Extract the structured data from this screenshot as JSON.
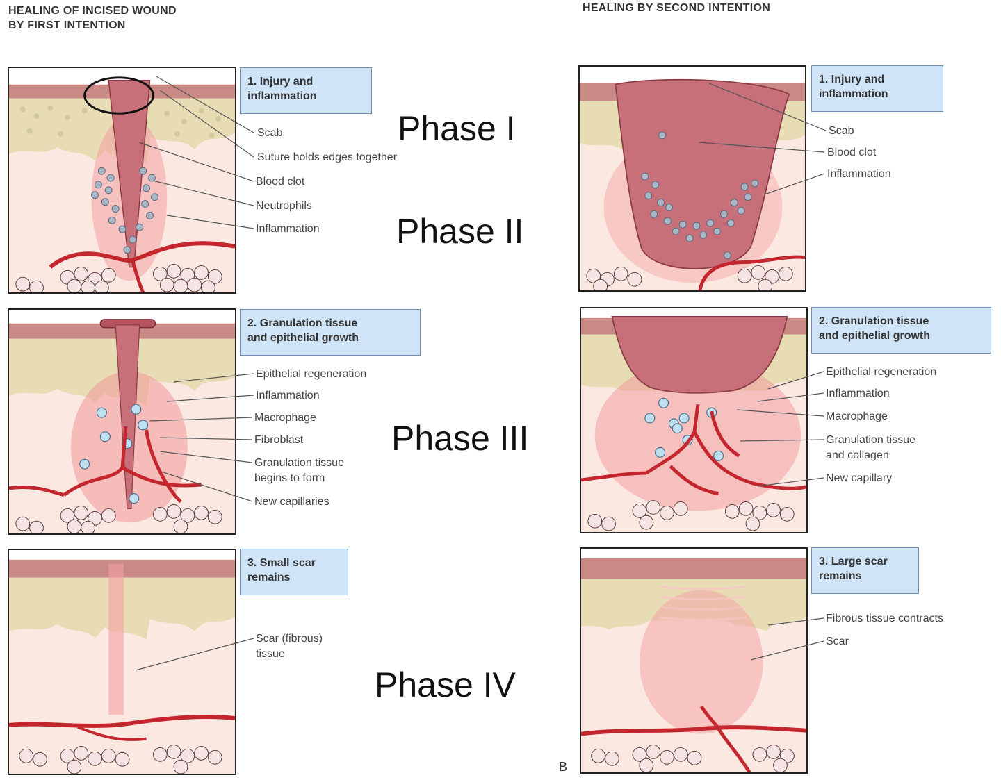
{
  "columns": {
    "left": {
      "title": "HEALING OF INCISED WOUND\nBY FIRST INTENTION"
    },
    "right": {
      "title": "HEALING BY SECOND INTENTION"
    }
  },
  "phases": [
    "Phase I",
    "Phase II",
    "Phase III",
    "Phase IV"
  ],
  "figure_letter": "B",
  "panels": {
    "left": [
      {
        "stage": "1. Injury and\n    inflammation",
        "labels": [
          "Scab",
          "Suture holds edges together",
          "Blood clot",
          "Neutrophils",
          "Inflammation"
        ]
      },
      {
        "stage": "2. Granulation tissue\n    and epithelial growth",
        "labels": [
          "Epithelial regeneration",
          "Inflammation",
          "Macrophage",
          "Fibroblast",
          "Granulation tissue\nbegins to form",
          "New capillaries"
        ]
      },
      {
        "stage": "3. Small scar\n    remains",
        "labels": [
          "Scar (fibrous)\ntissue"
        ]
      }
    ],
    "right": [
      {
        "stage": "1. Injury and\n    inflammation",
        "labels": [
          "Scab",
          "Blood clot",
          "Inflammation"
        ]
      },
      {
        "stage": "2. Granulation tissue\n    and epithelial growth",
        "labels": [
          "Epithelial regeneration",
          "Inflammation",
          "Macrophage",
          "Granulation tissue\nand collagen",
          "New capillary"
        ]
      },
      {
        "stage": "3. Large scar\n    remains",
        "labels": [
          "Fibrous tissue contracts",
          "Scar"
        ]
      }
    ]
  },
  "colors": {
    "dermis": "#fbe9e1",
    "epidermis": "#c98a86",
    "fat": "#e8dcb4",
    "blood": "#c4262e",
    "clot": "#b5636e",
    "label_box": "#cfe4f7"
  }
}
